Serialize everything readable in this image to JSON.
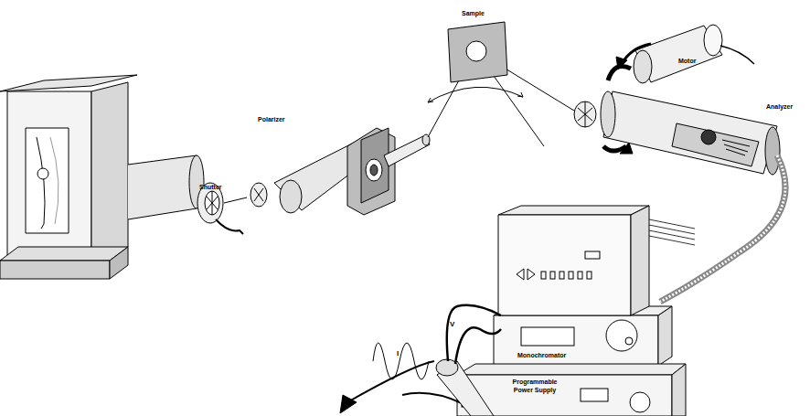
{
  "diagram": {
    "labels": [
      "Shutter",
      "Polarizer",
      "Sample",
      "Motor",
      "Analyzer",
      "V",
      "I",
      "Monochromator",
      "Programmable Power Supply"
    ]
  }
}
